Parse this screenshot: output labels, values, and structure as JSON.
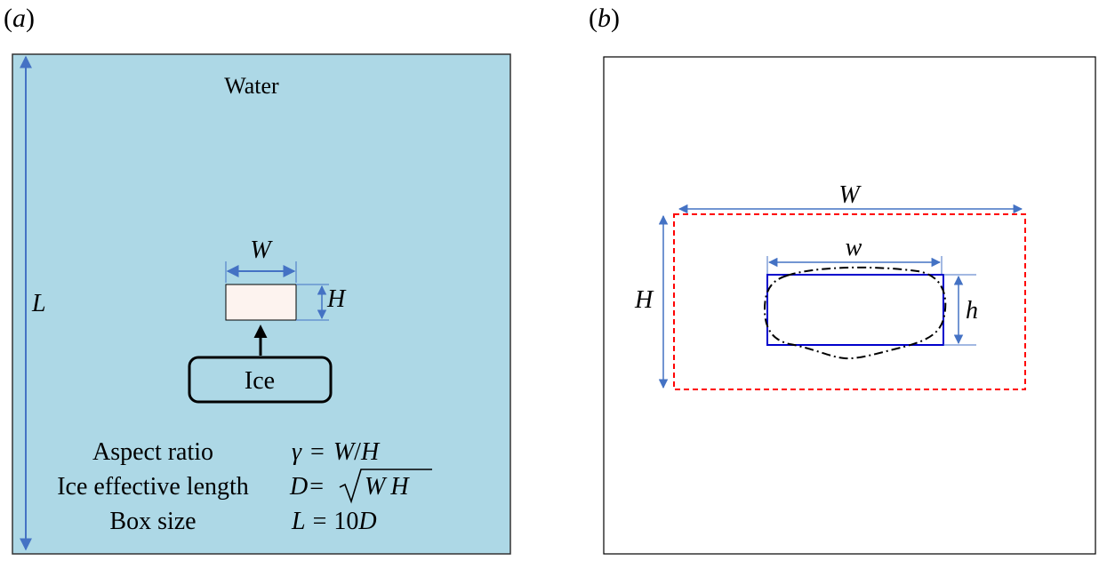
{
  "panel_a": {
    "label": "(a)",
    "label_letter": "a",
    "water_label": "Water",
    "ice_label": "Ice",
    "dim_W": "W",
    "dim_H": "H",
    "dim_L": "L",
    "rows": [
      {
        "label": "Aspect ratio",
        "formula": "γ = W/H"
      },
      {
        "label": "Ice effective length",
        "formula": "D = √(W H)"
      },
      {
        "label": "Box size",
        "formula": "L = 10D"
      }
    ],
    "formula_parts": {
      "gamma": "γ",
      "eq": "=",
      "W": "W",
      "slash": "/",
      "H": "H",
      "D": "D",
      "L": "L",
      "ten": "10"
    }
  },
  "panel_b": {
    "label": "(b)",
    "label_letter": "b",
    "dim_W": "W",
    "dim_H": "H",
    "dim_w": "w",
    "dim_h": "h"
  },
  "colors": {
    "water": "#add8e6",
    "ice_box": "#fdf3ef",
    "dimension": "#4472c4",
    "bounding_box": "#ff0000",
    "inner_rect": "#0000cc",
    "ice_outline": "#000000"
  }
}
